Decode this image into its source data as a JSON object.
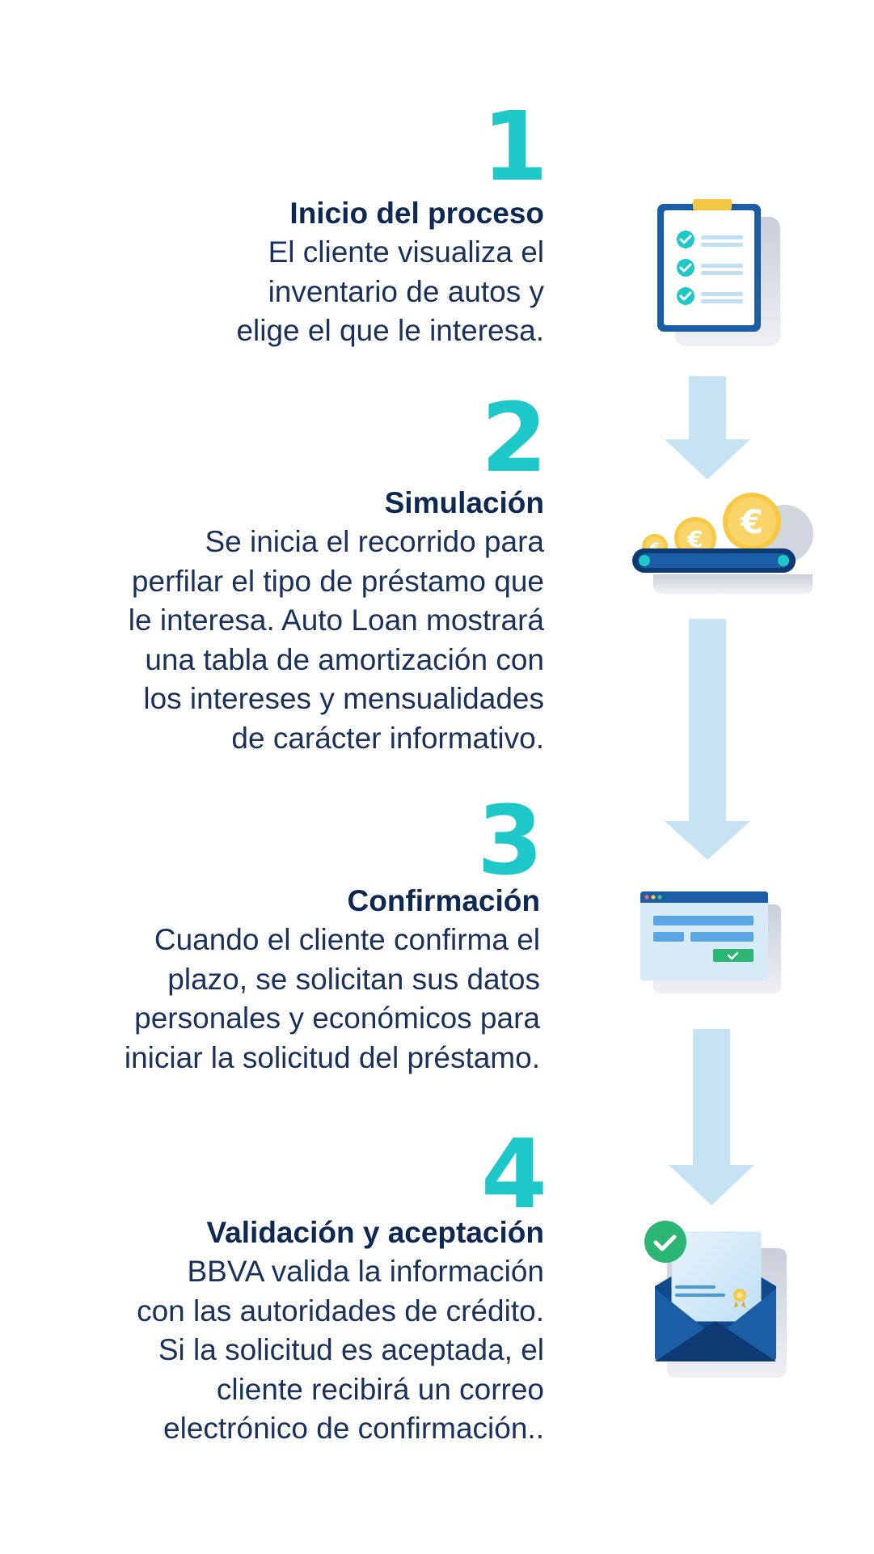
{
  "steps": [
    {
      "number": "1",
      "title": "Inicio del proceso",
      "lines": [
        "El cliente visualiza el",
        "inventario de autos y",
        "elige el que le interesa."
      ],
      "icon": "clipboard-checklist-icon"
    },
    {
      "number": "2",
      "title": "Simulación",
      "lines": [
        "Se inicia el recorrido para",
        "perfilar el tipo de préstamo que",
        "le interesa. Auto Loan mostrará",
        "una tabla de amortización con",
        "los intereses y mensualidades",
        "de carácter informativo."
      ],
      "icon": "euro-coins-icon"
    },
    {
      "number": "3",
      "title": "Confirmación",
      "lines": [
        "Cuando el cliente confirma el",
        "plazo, se solicitan sus datos",
        "personales y económicos para",
        "iniciar la solicitud del préstamo."
      ],
      "icon": "browser-form-icon"
    },
    {
      "number": "4",
      "title": "Validación y aceptación",
      "lines": [
        "BBVA valida la información",
        "con las autoridades de crédito.",
        "Si la solicitud es aceptada, el",
        "cliente recibirá un correo",
        "electrónico de confirmación.."
      ],
      "icon": "envelope-certificate-icon"
    }
  ],
  "colors": {
    "number": "#1fc8c8",
    "title": "#0d2852",
    "text": "#1a315c",
    "arrow": "#c6e3f4",
    "navy": "#1c5ea6",
    "coin": "#f7c843"
  }
}
